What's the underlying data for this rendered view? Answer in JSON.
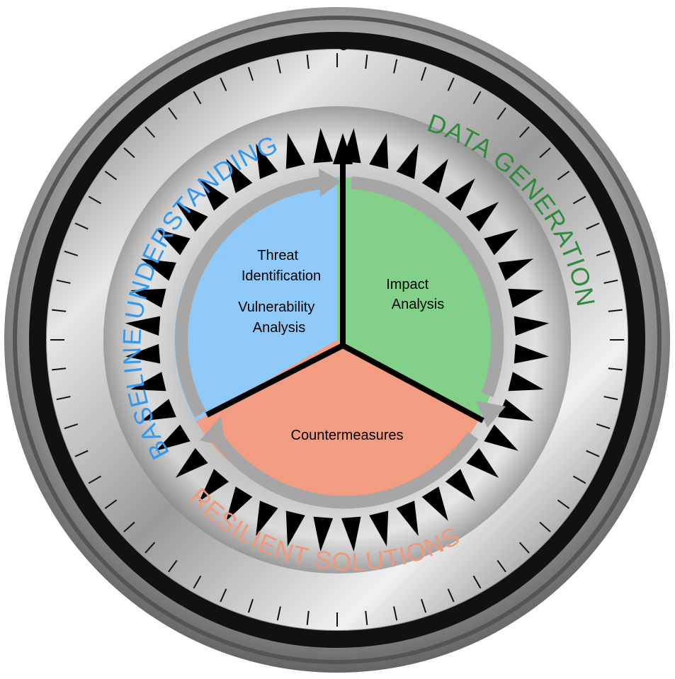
{
  "ring_labels": {
    "baseline": "BASELINE UNDERSTANDING",
    "data": "DATA GENERATION",
    "resilient": "RESILIENT SOLUTIONS"
  },
  "sectors": {
    "threat_label": "Threat Identification",
    "threat_line1": "Threat",
    "threat_line2": "Identification",
    "vuln_line1": "Vulnerability",
    "vuln_line2": "Analysis",
    "impact_line1": "Impact",
    "impact_line2": "Analysis",
    "countermeasures": "Countermeasures"
  },
  "colors": {
    "baseline": "#3399ee",
    "data": "#2e8b3e",
    "resilient": "#f0997a",
    "sector_blue": "#8ec9f7",
    "sector_green": "#82d08a",
    "sector_salmon": "#f29c82",
    "arrow_ring": "#a6a6a6"
  }
}
